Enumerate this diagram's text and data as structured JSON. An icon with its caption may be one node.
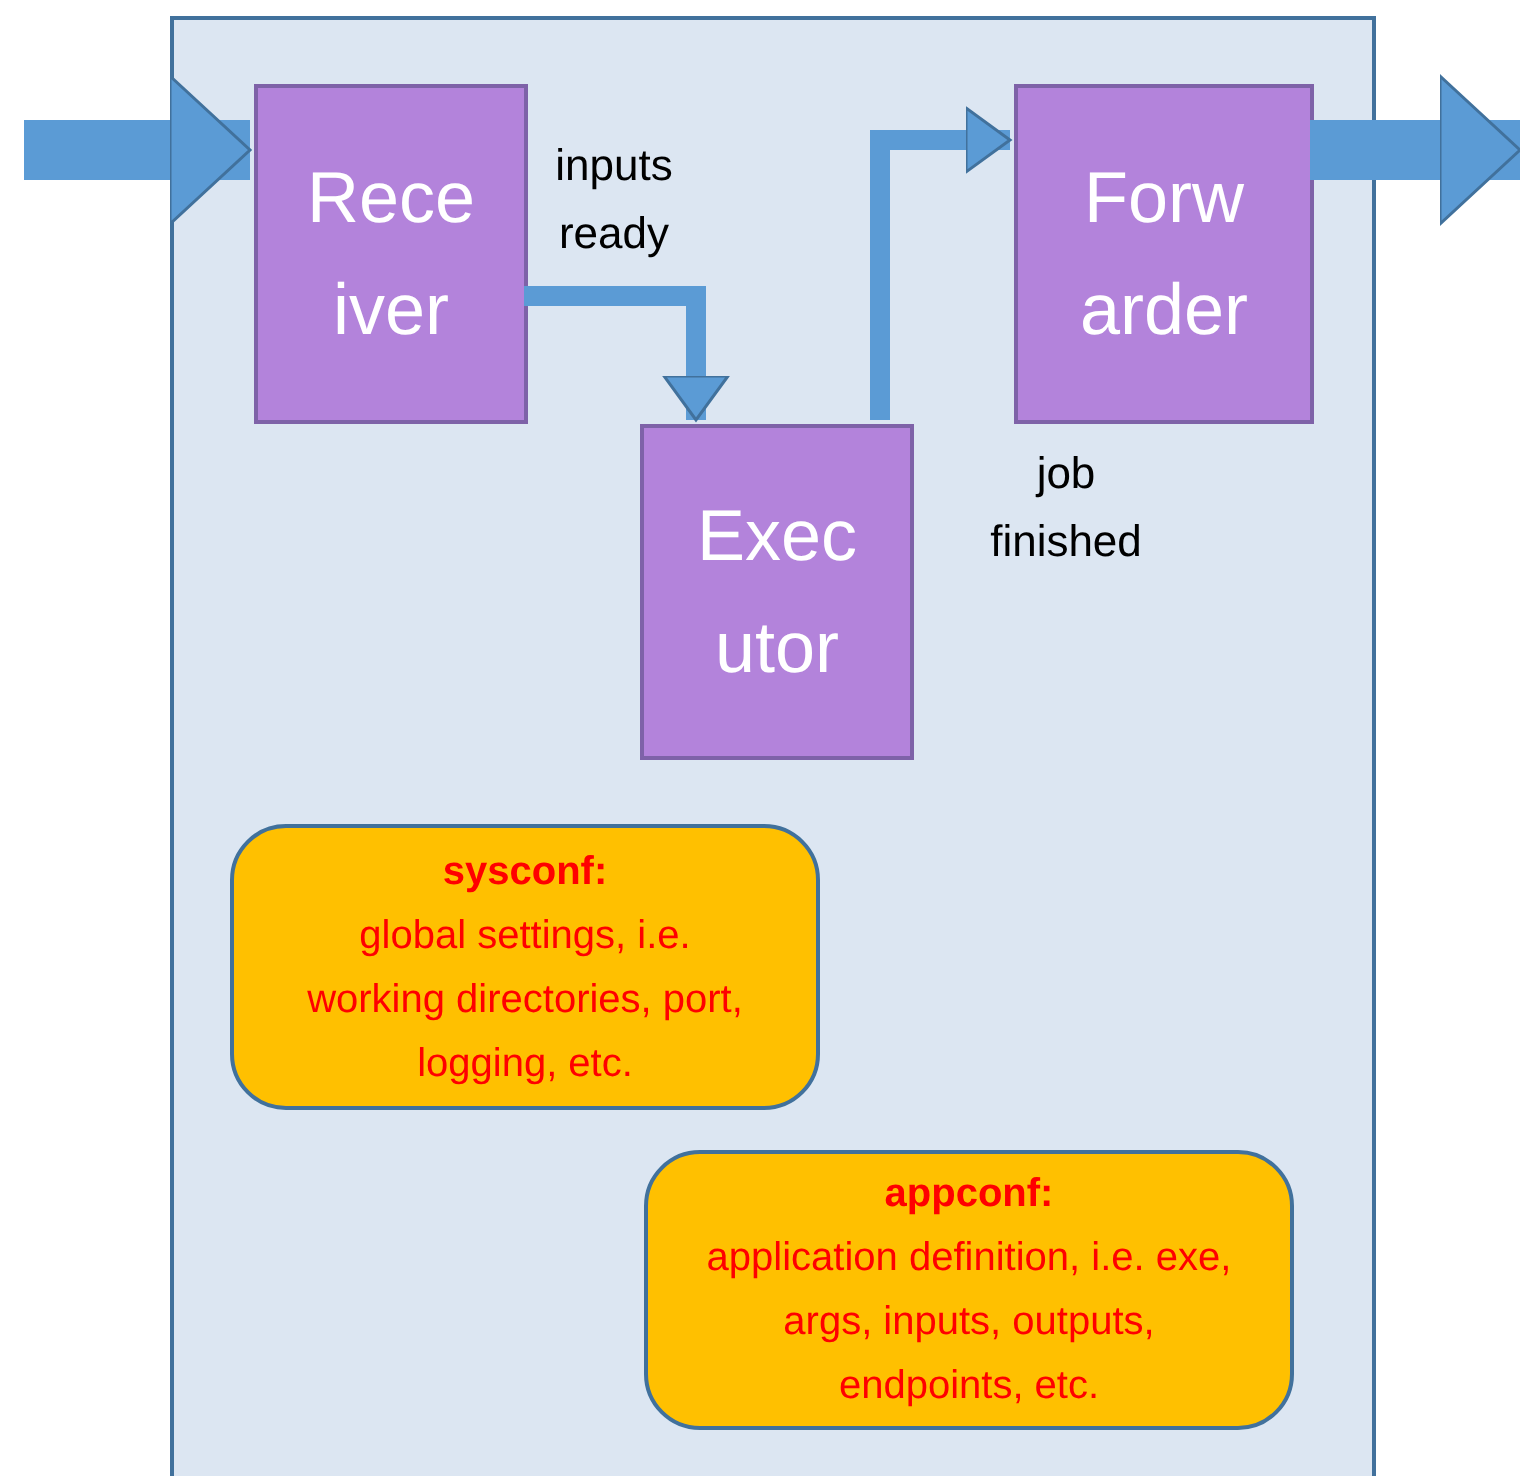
{
  "diagram": {
    "nodes": [
      {
        "text": [],
        "shape": "box"
      },
      {
        "text": [
          "Rece iver"
        ],
        "in": 0
      },
      {
        "text": [
          "Exec utor"
        ],
        "in": 0
      },
      {
        "text": [
          "Forw arder"
        ],
        "in": 0
      },
      {
        "text": [
          "sysconf:",
          "global settings, i.e. working directories, port, logging, etc."
        ],
        "in": 0
      },
      {
        "text": [
          "appconf:",
          "application definition, i.e. exe, args, inputs, outputs, endpoints, etc."
        ],
        "in": 0
      }
    ],
    "edges": [
      {
        "from": null,
        "to": 1,
        "arrow": "to",
        "style": "thick"
      },
      {
        "from": 1,
        "to": 2,
        "label": "inputs ready",
        "arrow": "to"
      },
      {
        "from": 2,
        "to": 3,
        "label": "job finished",
        "arrow": "to"
      },
      {
        "from": 3,
        "to": null,
        "arrow": "to",
        "style": "thick"
      }
    ]
  }
}
